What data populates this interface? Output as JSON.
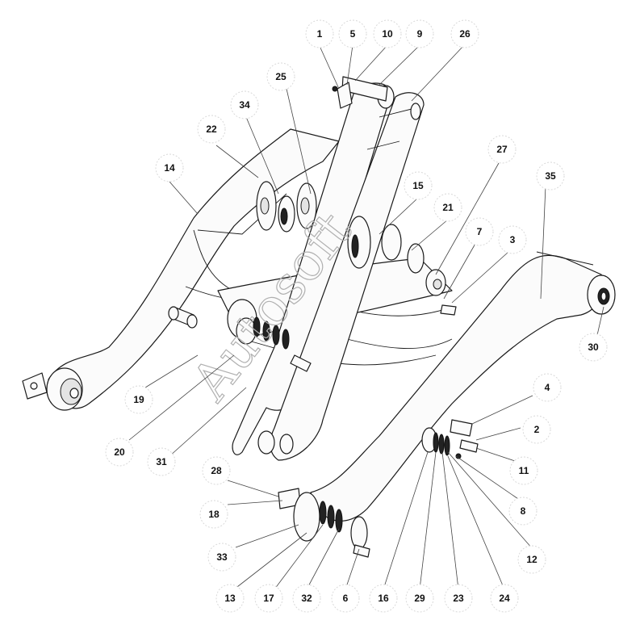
{
  "watermark": "Autosoft",
  "callouts": [
    {
      "id": "c1",
      "label": "1"
    },
    {
      "id": "c5",
      "label": "5"
    },
    {
      "id": "c10",
      "label": "10"
    },
    {
      "id": "c9",
      "label": "9"
    },
    {
      "id": "c26",
      "label": "26"
    },
    {
      "id": "c25",
      "label": "25"
    },
    {
      "id": "c34",
      "label": "34"
    },
    {
      "id": "c22",
      "label": "22"
    },
    {
      "id": "c27",
      "label": "27"
    },
    {
      "id": "c35",
      "label": "35"
    },
    {
      "id": "c14",
      "label": "14"
    },
    {
      "id": "c15",
      "label": "15"
    },
    {
      "id": "c21",
      "label": "21"
    },
    {
      "id": "c7",
      "label": "7"
    },
    {
      "id": "c3",
      "label": "3"
    },
    {
      "id": "c30",
      "label": "30"
    },
    {
      "id": "c4",
      "label": "4"
    },
    {
      "id": "c2",
      "label": "2"
    },
    {
      "id": "c19",
      "label": "19"
    },
    {
      "id": "c11",
      "label": "11"
    },
    {
      "id": "c20",
      "label": "20"
    },
    {
      "id": "c31",
      "label": "31"
    },
    {
      "id": "c8",
      "label": "8"
    },
    {
      "id": "c28",
      "label": "28"
    },
    {
      "id": "c18",
      "label": "18"
    },
    {
      "id": "c12",
      "label": "12"
    },
    {
      "id": "c33",
      "label": "33"
    },
    {
      "id": "c13",
      "label": "13"
    },
    {
      "id": "c17",
      "label": "17"
    },
    {
      "id": "c32",
      "label": "32"
    },
    {
      "id": "c6",
      "label": "6"
    },
    {
      "id": "c16",
      "label": "16"
    },
    {
      "id": "c29",
      "label": "29"
    },
    {
      "id": "c23",
      "label": "23"
    },
    {
      "id": "c24",
      "label": "24"
    }
  ]
}
